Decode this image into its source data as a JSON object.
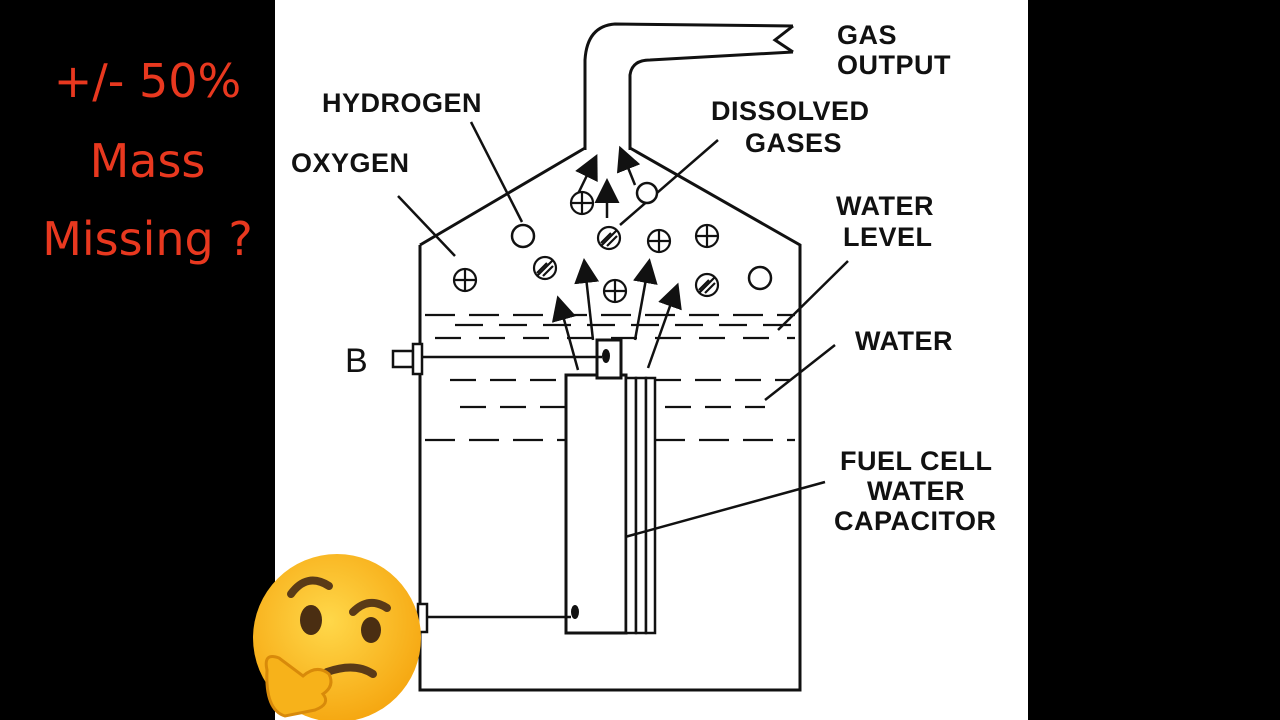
{
  "caption": {
    "line1": "+/- 50%",
    "line2": "Mass",
    "line3": "Missing ?"
  },
  "diagram_labels": {
    "gas_output_1": "GAS",
    "gas_output_2": "OUTPUT",
    "hydrogen": "HYDROGEN",
    "oxygen": "OXYGEN",
    "dissolved_1": "DISSOLVED",
    "dissolved_2": "GASES",
    "water_level_1": "WATER",
    "water_level_2": "LEVEL",
    "water": "WATER",
    "point_b": "B",
    "fuel_cell_1": "FUEL CELL",
    "fuel_cell_2": "WATER",
    "fuel_cell_3": "CAPACITOR"
  },
  "colors": {
    "caption": "#e8381f",
    "background": "#000000",
    "panel": "#ffffff",
    "emoji_face": "#ffc21a"
  },
  "emoji": {
    "icon": "thinking-face-icon"
  }
}
